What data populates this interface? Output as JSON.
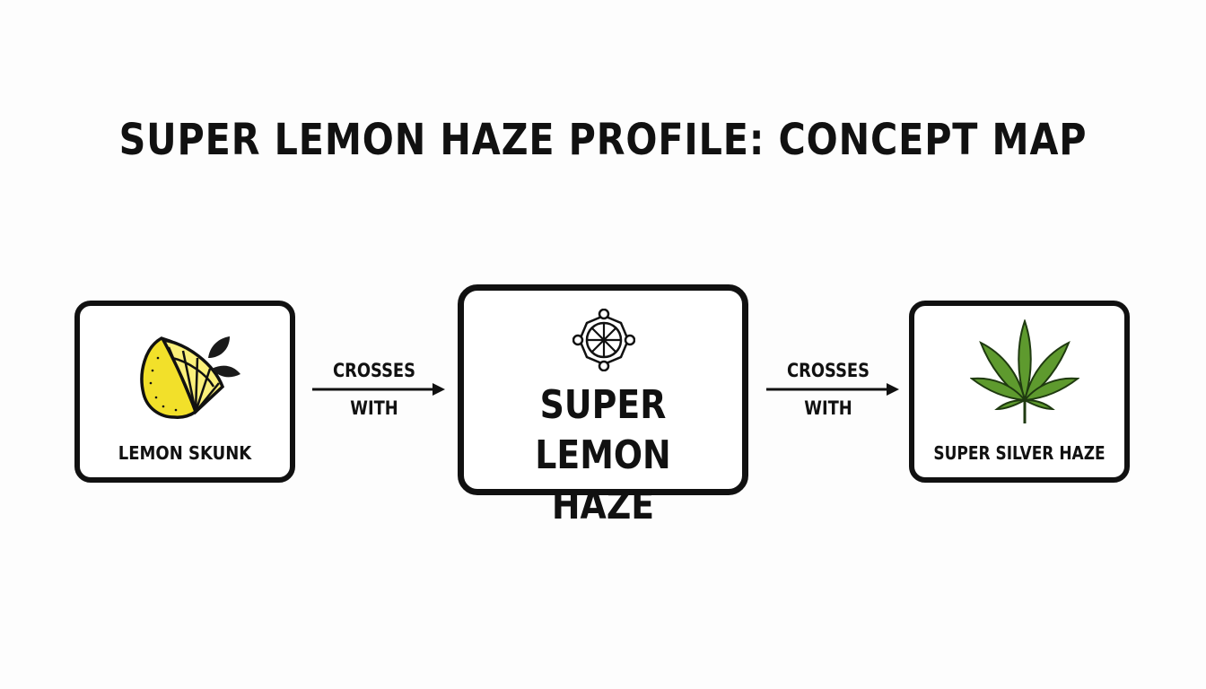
{
  "title": "SUPER LEMON HAZE PROFILE: CONCEPT MAP",
  "nodes": {
    "left": {
      "label": "LEMON SKUNK",
      "icon": "lemon-slice-icon"
    },
    "center": {
      "label": "SUPER LEMON HAZE",
      "icon": "citrus-molecule-icon"
    },
    "right": {
      "label": "SUPER SILVER HAZE",
      "icon": "cannabis-leaf-icon"
    }
  },
  "edges": [
    {
      "from": "LEMON SKUNK",
      "to": "SUPER LEMON HAZE",
      "label_line1": "CROSSES",
      "label_line2": "WITH"
    },
    {
      "from": "SUPER LEMON HAZE",
      "to": "SUPER SILVER HAZE",
      "label_line1": "CROSSES",
      "label_line2": "WITH"
    }
  ],
  "colors": {
    "lemon": "#f2e02a",
    "leaf": "#5e9a2e",
    "stroke": "#111111"
  }
}
